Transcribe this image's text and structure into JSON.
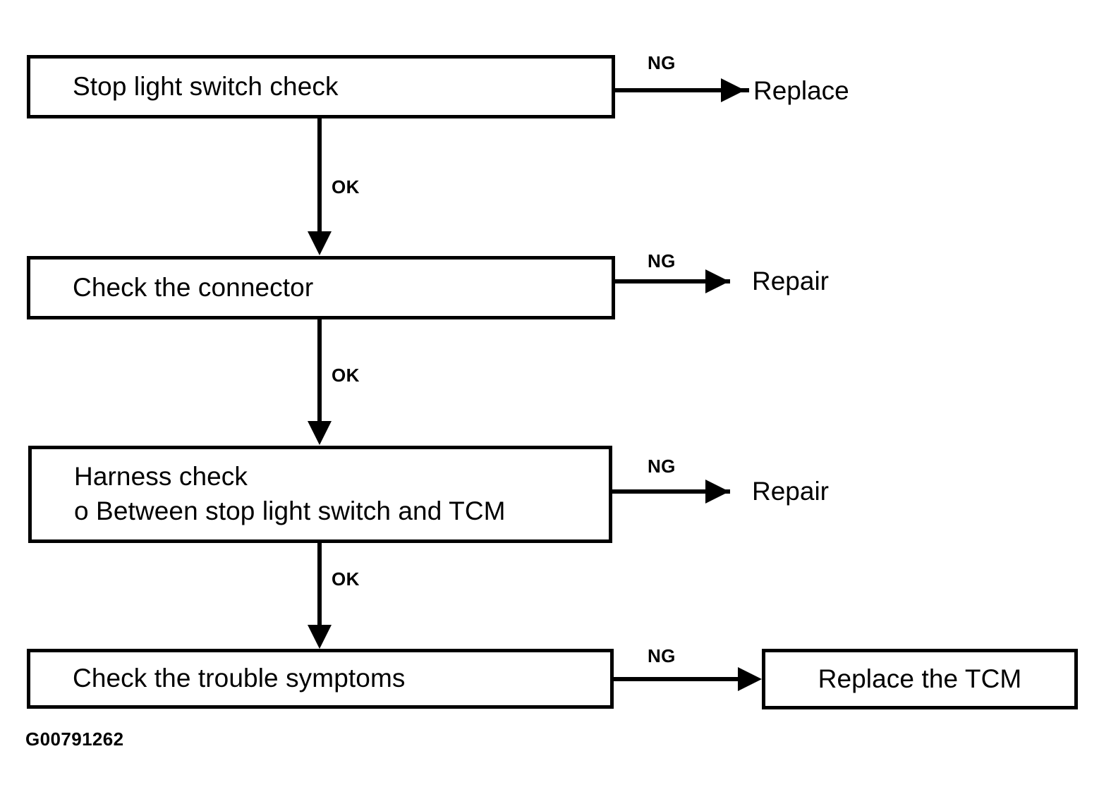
{
  "diagram": {
    "caption": "G00791262",
    "boxes": [
      {
        "id": "stop-light-switch-check",
        "lines": [
          "Stop light switch check"
        ]
      },
      {
        "id": "check-the-connector",
        "lines": [
          "Check the connector"
        ]
      },
      {
        "id": "harness-check",
        "lines": [
          "Harness check",
          "o Between stop light switch and TCM"
        ]
      },
      {
        "id": "check-the-trouble-symptoms",
        "lines": [
          "Check the trouble symptoms"
        ]
      },
      {
        "id": "replace-the-tcm",
        "lines": [
          "Replace the TCM"
        ]
      }
    ],
    "branch_labels": {
      "ng": "NG",
      "ok": "OK"
    },
    "outcomes": [
      {
        "id": "replace",
        "text": "Replace"
      },
      {
        "id": "repair-connector",
        "text": "Repair"
      },
      {
        "id": "repair-harness",
        "text": "Repair"
      }
    ],
    "edges": [
      {
        "from": "stop-light-switch-check",
        "to": "replace",
        "label": "NG"
      },
      {
        "from": "stop-light-switch-check",
        "to": "check-the-connector",
        "label": "OK"
      },
      {
        "from": "check-the-connector",
        "to": "repair-connector",
        "label": "NG"
      },
      {
        "from": "check-the-connector",
        "to": "harness-check",
        "label": "OK"
      },
      {
        "from": "harness-check",
        "to": "repair-harness",
        "label": "NG"
      },
      {
        "from": "harness-check",
        "to": "check-the-trouble-symptoms",
        "label": "OK"
      },
      {
        "from": "check-the-trouble-symptoms",
        "to": "replace-the-tcm",
        "label": "NG"
      }
    ],
    "colors": {
      "stroke": "#000000",
      "fill": "#ffffff",
      "text": "#000000"
    }
  }
}
